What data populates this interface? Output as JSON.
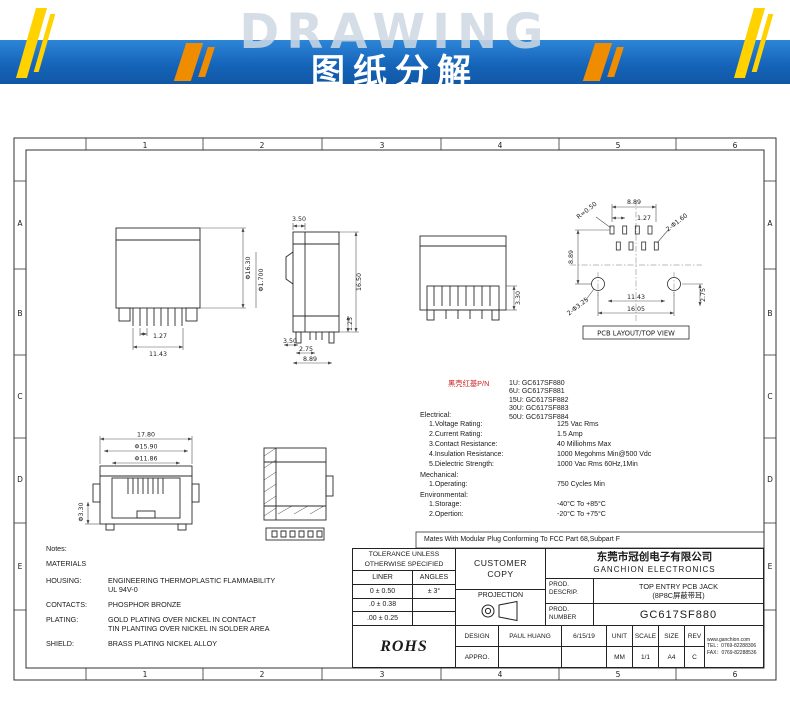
{
  "banner": {
    "watermark": "DRAWING",
    "title": "图纸分解"
  },
  "sheet": {
    "zone_cols": [
      "1",
      "2",
      "3",
      "4",
      "5",
      "6"
    ],
    "zone_rows": [
      "A",
      "B",
      "C",
      "D",
      "E"
    ]
  },
  "dims": {
    "v1_pitch": "1.27",
    "v1_width": "11.43",
    "v1_dia1": "Φ16.30",
    "v1_dia2": "Φ1.700",
    "v2_top": "3.50",
    "v2_height": "16.50",
    "v2_step": "1.25",
    "v2_b1": "3.50",
    "v2_b2": "2.75",
    "v2_b3": "8.89",
    "v3_height": "3.30",
    "pcb_span_top": "8.89",
    "pcb_pitch": "1.27",
    "pcb_radius": "R=0.50",
    "pcb_hole_small": "2-Φ1.60",
    "pcb_side": "8.89",
    "pcb_hole_big": "2-Φ3.25",
    "pcb_b1": "11.43",
    "pcb_b2": "16.05",
    "pcb_right": "2.75",
    "pcb_caption": "PCB LAYOUT/TOP VIEW",
    "v4_w1": "17.80",
    "v4_w2": "Φ15.90",
    "v4_w3": "Φ11.86",
    "v4_h": "Φ3.30"
  },
  "part_numbers": {
    "heading": "黑壳红基P/N",
    "items": [
      "1U: GC617SF880",
      "6U: GC617SF881",
      "15U: GC617SF882",
      "30U: GC617SF883",
      "50U: GC617SF884"
    ]
  },
  "electrical": {
    "title": "Electrical:",
    "rows": [
      {
        "label": "1.Voltage Rating:",
        "value": "125 Vac Rms"
      },
      {
        "label": "2.Current Rating:",
        "value": "1.5 Amp"
      },
      {
        "label": "3.Contact Resistance:",
        "value": "40 Milliohms Max"
      },
      {
        "label": "4.Insulation Resistance:",
        "value": "1000 Megohms Min@500 Vdc"
      },
      {
        "label": "5.Dielectric Strength:",
        "value": "1000 Vac Rms 60Hz,1Min"
      }
    ],
    "mechanical_title": "Mechanical:",
    "mechanical_rows": [
      {
        "label": "1.Operating:",
        "value": "750 Cycles Min"
      }
    ],
    "environmental_title": "Environmental:",
    "environmental_rows": [
      {
        "label": "1.Storage:",
        "value": "-40°C To +85°C"
      },
      {
        "label": "2.Opertion:",
        "value": "-20°C To +75°C"
      }
    ],
    "mates_note": "Mates With Modular Plug Conforming To FCC Part 68,Subpart F"
  },
  "notes": {
    "title": "Notes:",
    "materials": "MATERIALS",
    "rows": [
      {
        "label": "HOUSING:",
        "lines": [
          "ENGINEERING THERMOPLASTIC FLAMMABILITY",
          "UL 94V-0"
        ]
      },
      {
        "label": "CONTACTS:",
        "lines": [
          "PHOSPHOR BRONZE"
        ]
      },
      {
        "label": "PLATING:",
        "lines": [
          "GOLD PLATING OVER NICKEL IN CONTACT",
          "TIN PLANTING OVER NICKEL IN SOLDER AREA"
        ]
      },
      {
        "label": "SHIELD:",
        "lines": [
          "BRASS PLATING NICKEL ALLOY"
        ]
      }
    ]
  },
  "title_block": {
    "tolerance_line1": "TOLERANCE UNLESS",
    "tolerance_line2": "OTHERWISE SPECIFIED",
    "liner": "LINER",
    "angles": "ANGLES",
    "tol_rows": [
      "0 ± 0.50",
      ".0 ± 0.38",
      ".00 ± 0.25"
    ],
    "angle_val": "± 3°",
    "customer_line1": "CUSTOMER",
    "customer_line2": "COPY",
    "projection": "PROJECTION",
    "company_cn": "东莞市冠创电子有限公司",
    "company_en": "GANCHION ELECTRONICS",
    "prod_descrip_label1": "PROD.",
    "prod_descrip_label2": "DESCRIP.",
    "prod_descrip_value1": "TOP ENTRY PCB JACK",
    "prod_descrip_value2": "(8P8C屏蔽带耳)",
    "prod_number_label1": "PROD.",
    "prod_number_label2": "NUMBER",
    "prod_number_value": "GC617SF880",
    "rohs": "ROHS",
    "design_label": "DESIGN",
    "appro_label": "APPRO.",
    "designer": "PAUL HUANG",
    "date": "6/15/19",
    "unit_label": "UNIT",
    "unit_value": "MM",
    "scale_label": "SCALE",
    "scale_value": "1/1",
    "size_label": "SIZE",
    "size_value": "A4",
    "rev_label": "REV",
    "rev_value": "C",
    "contact_lines": [
      "www.ganchion.com",
      "TEL：0769-82288306",
      "FAX：0769-82288536"
    ]
  }
}
